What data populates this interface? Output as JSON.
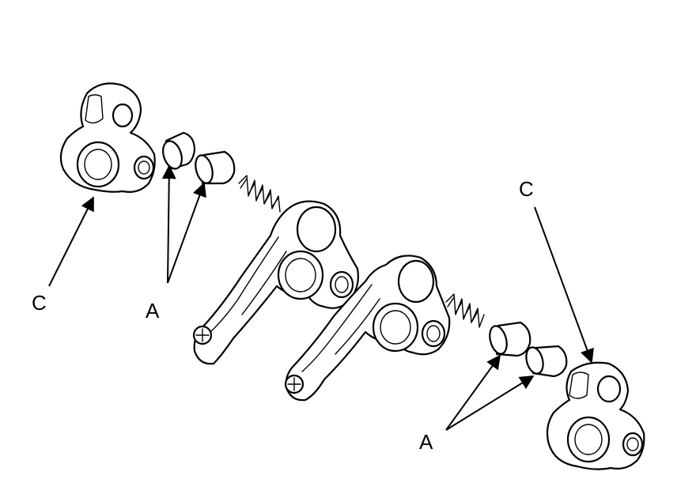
{
  "callouts": {
    "a_left": "A",
    "a_right": "A",
    "c_left": "C",
    "c_right": "C"
  },
  "colors": {
    "ink": "#000000",
    "paper": "#ffffff"
  }
}
